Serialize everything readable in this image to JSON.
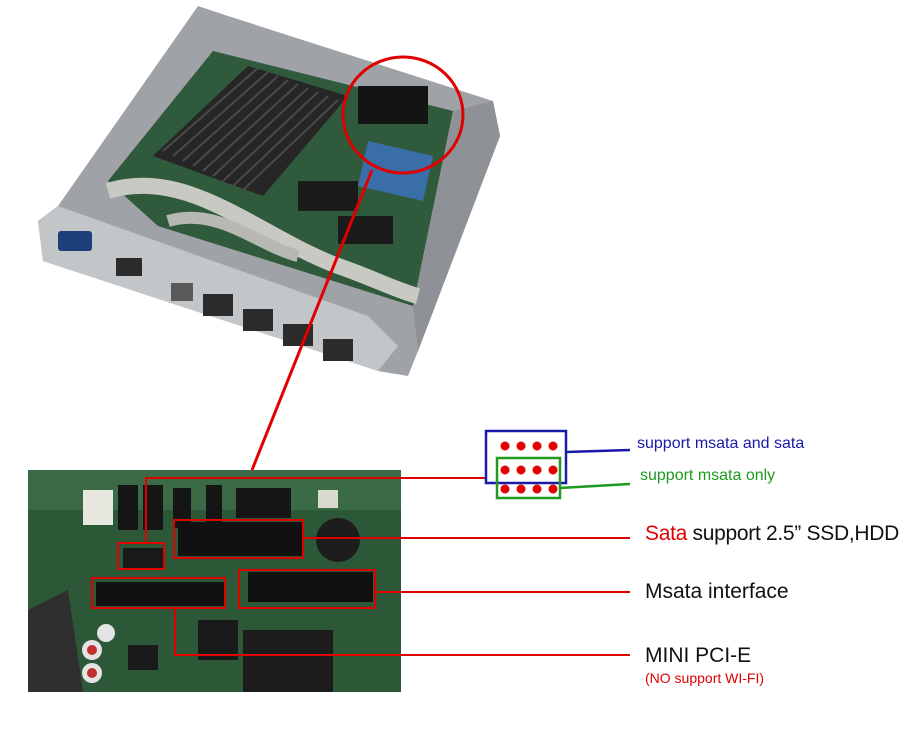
{
  "labels": {
    "msata_and_sata": "support msata and sata",
    "msata_only": "support msata only",
    "sata_word": "Sata",
    "sata_rest": " support 2.5” SSD,HDD",
    "msata_interface": "Msata interface",
    "mini_pcie": "MINI PCI-E",
    "no_wifi": "(NO support WI-FI)"
  },
  "colors": {
    "callout_red": "#e00000",
    "msata_sata_blue": "#1a1aa8",
    "msata_only_green": "#1e9a1e",
    "heatsink": "#2a2a2a",
    "pcb_green": "#2f5a3c",
    "chassis_silver": "#b7babd"
  }
}
